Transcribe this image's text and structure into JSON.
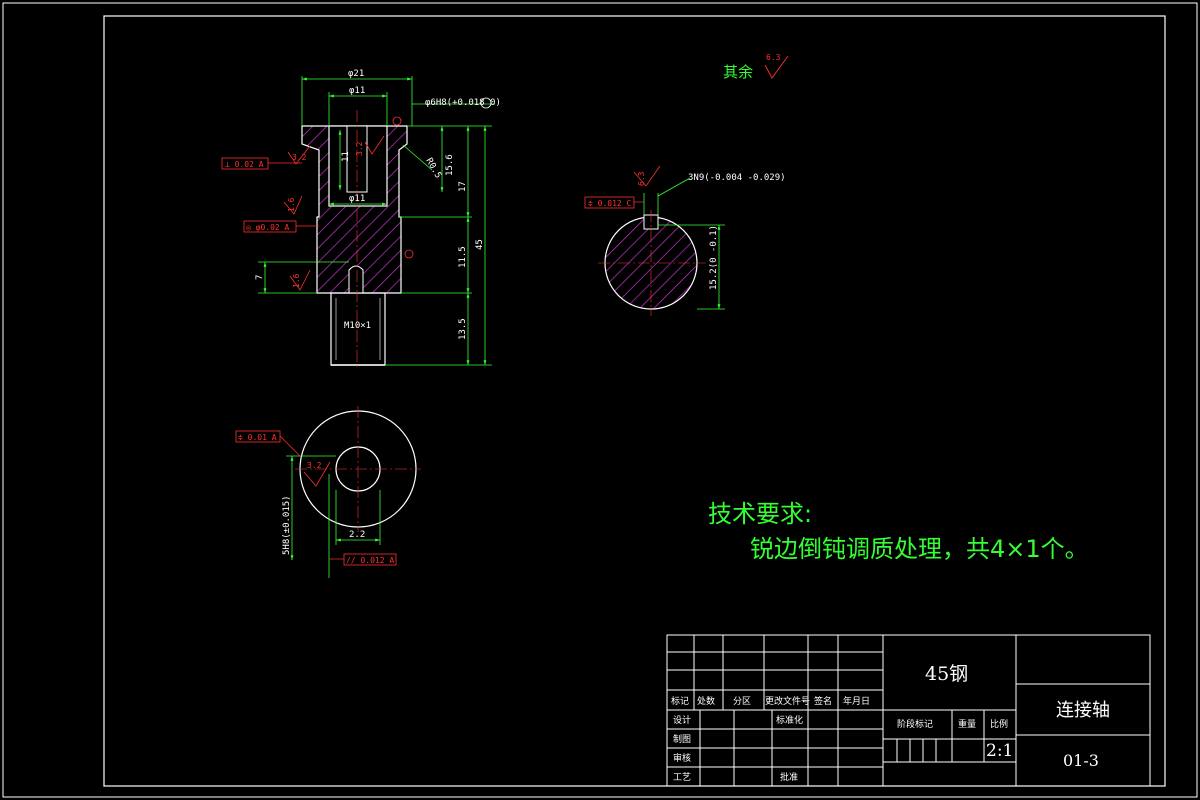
{
  "colors": {
    "background": "#000000",
    "frame": "#ffffff",
    "outline": "#ffffff",
    "dimension": "#33ff33",
    "tolerance": "#ff3030",
    "hatch": "#cc33cc",
    "requirements_text": "#33ff33"
  },
  "roughness_note": {
    "label": "其余",
    "value": "6.3"
  },
  "technical_requirements": {
    "title": "技术要求:",
    "line1": "锐边倒钝调质处理，共4×1个。"
  },
  "front_view": {
    "dims": {
      "outer_dia": "φ21",
      "inner_dia_top": "φ11",
      "inner_dia_bottom": "φ11",
      "counterbore_dia": "φ6H8(+0.018 0)",
      "depth_11": "11",
      "depth_15_6": "15.6",
      "depth_17": "17",
      "total_45": "45",
      "seg_11_5": "11.5",
      "seg_13_5": "13.5",
      "slot_7": "7",
      "chamfer": "R0.5",
      "thread": "M10×1"
    },
    "tolerances": {
      "perp": "⊥ 0.02 A",
      "coax": "◎ φ0.02 A"
    },
    "roughness": [
      "3.2",
      "3.2",
      "1.6",
      "1.6"
    ]
  },
  "section_view": {
    "dims": {
      "keyway": "3N9(-0.004 -0.029)",
      "depth": "15.2(0 -0.1)"
    },
    "tolerance": "≑ 0.012 C",
    "roughness": "6.3"
  },
  "top_view": {
    "dims": {
      "width": "5H8(±0.015)",
      "offset": "2.2"
    },
    "tolerances": {
      "sym": "≑ 0.01 A",
      "para": "// 0.012 A"
    },
    "roughness": "3.2"
  },
  "title_block": {
    "material": "45钢",
    "part_name": "连接轴",
    "drawing_no": "01-3",
    "scale_value": "2:1",
    "headers": {
      "mark": "标记",
      "count": "处数",
      "zone": "分区",
      "change_doc": "更改文件号",
      "signature": "签名",
      "date": "年月日"
    },
    "rows": {
      "design": "设计",
      "standardize": "标准化",
      "draw": "制图",
      "review": "审核",
      "process": "工艺",
      "approve": "批准"
    },
    "stage_mark": "阶段标记",
    "weight": "重量",
    "scale": "比例"
  }
}
